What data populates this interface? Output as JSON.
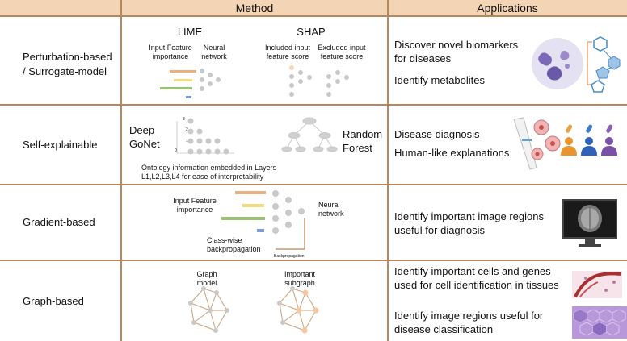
{
  "header": {
    "method": "Method",
    "applications": "Applications"
  },
  "rows": [
    {
      "label": "Perturbation-based / Surrogate-model",
      "lime": "LIME",
      "shap": "SHAP",
      "lime_input": "Input Feature importance",
      "lime_nn": "Neural network",
      "shap_included": "Included input feature score",
      "shap_excluded": "Excluded input feature score",
      "apps": [
        "Discover novel biomarkers for diseases",
        "Identify metabolites"
      ]
    },
    {
      "label": "Self-explainable",
      "deep": "Deep GoNet",
      "forest": "Random Forest",
      "ontology": "Ontology information embedded in Layers L1,L2,L3,L4 for ease of interpretability",
      "layers": [
        "3",
        "2",
        "1",
        "0"
      ],
      "apps": [
        "Disease diagnosis",
        "Human-like explanations"
      ]
    },
    {
      "label": "Gradient-based",
      "input": "Input Feature importance",
      "nn": "Neural network",
      "classwise": "Class-wise backpropagation",
      "backprop": "Backpropagation",
      "apps": [
        "Identify important image regions useful for diagnosis"
      ]
    },
    {
      "label": "Graph-based",
      "graph": "Graph model",
      "subgraph": "Important subgraph",
      "apps": [
        "Identify important cells and genes used for cell identification in tissues",
        "Identify image regions useful for disease classification"
      ]
    }
  ],
  "colors": {
    "orange": "#eeb07a",
    "yellow": "#f5dc7a",
    "green": "#9bc272",
    "blue": "#7b9bd8",
    "node": "#c9c9c9",
    "brown": "#b8875b",
    "peach": "#f6d6bb"
  }
}
